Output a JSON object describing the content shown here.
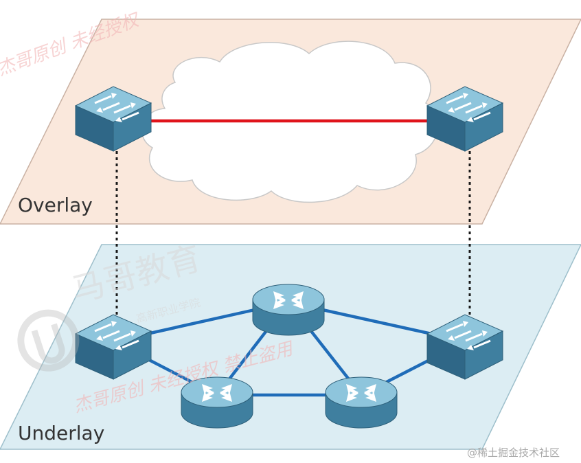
{
  "planes": {
    "overlay": {
      "label": "Overlay",
      "fill": "#fae8dc",
      "stroke": "#c9b1a3"
    },
    "underlay": {
      "label": "Underlay",
      "fill": "#dcedf3",
      "stroke": "#9dbfcb"
    }
  },
  "colors": {
    "tunnel": "#e0141b",
    "underlay_link": "#1f6cb8",
    "device_top": "#8ec5dc",
    "device_side": "#3f7f9f",
    "device_front": "#2f6787",
    "cloud_fill": "#ffffff",
    "cloud_stroke": "#c8c8c8"
  },
  "devices": {
    "overlay_switch_left": {
      "kind": "switch",
      "icon": "switch-icon"
    },
    "overlay_switch_right": {
      "kind": "switch",
      "icon": "switch-icon"
    },
    "underlay_switch_left": {
      "kind": "switch",
      "icon": "switch-icon"
    },
    "underlay_switch_right": {
      "kind": "switch",
      "icon": "switch-icon"
    },
    "router_top": {
      "kind": "router",
      "icon": "router-icon"
    },
    "router_bottom_left": {
      "kind": "router",
      "icon": "router-icon"
    },
    "router_bottom_right": {
      "kind": "router",
      "icon": "router-icon"
    }
  },
  "watermark": {
    "brand": "马哥教育",
    "subtitle": "高新职业学院",
    "text_top": "杰哥原创 未经授权",
    "text_mid": "杰哥原创 未经授权 禁止盗用",
    "credit": "@稀土掘金技术社区"
  }
}
